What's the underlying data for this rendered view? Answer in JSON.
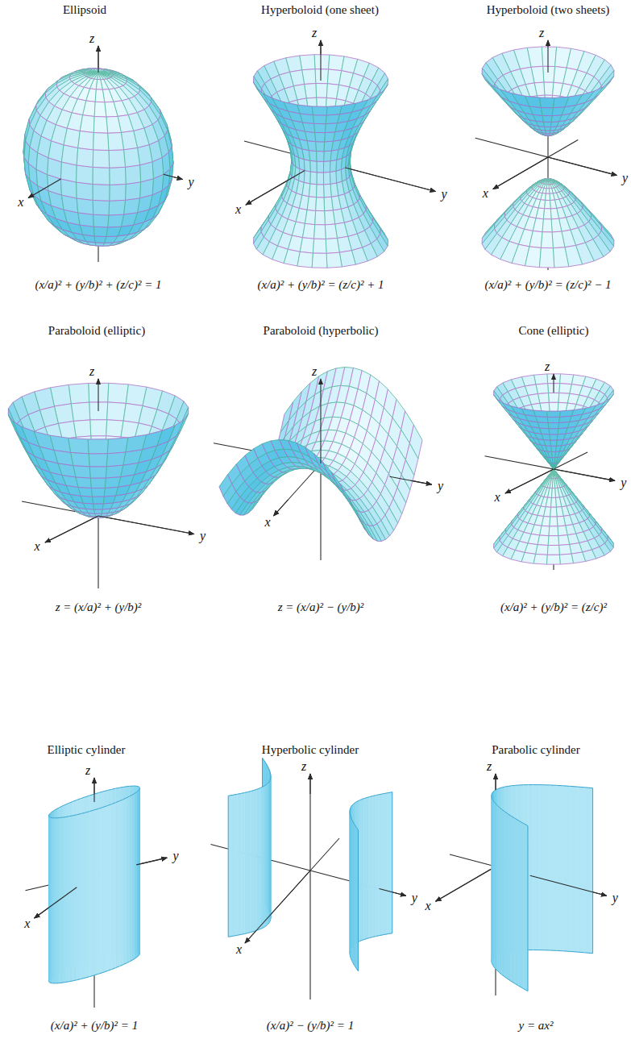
{
  "diagram": {
    "labels": [
      "Ellipsoid",
      "z",
      "y",
      "x",
      "(x/a)² + (y/b)² + (z/c)² = 1",
      "Hyperboloid (one sheet)",
      "z",
      "y",
      "x",
      "(x/a)² + (y/b)² = (z/c)² + 1",
      "Hyperboloid (two sheets)",
      "z",
      "y",
      "x",
      "(x/a)² + (y/b)² = (z/c)² − 1",
      "Paraboloid (elliptic)",
      "z",
      "y",
      "x",
      "z = (x/a)² + (y/b)²",
      "Paraboloid (hyperbolic)",
      "z",
      "y",
      "x",
      "z = (x/a)² − (y/b)²",
      "Cone (elliptic)",
      "z",
      "y",
      "x",
      "(x/a)² + (y/b)² = (z/c)²",
      "Elliptic cylinder",
      "z",
      "y",
      "x",
      "(x/a)² + (y/b)² = 1",
      "Hyperbolic cylinder",
      "z",
      "y",
      "x",
      "(x/a)² − (y/b)² = 1",
      "Parabolic cylinder",
      "z",
      "y",
      "x",
      "y = ax²"
    ]
  }
}
